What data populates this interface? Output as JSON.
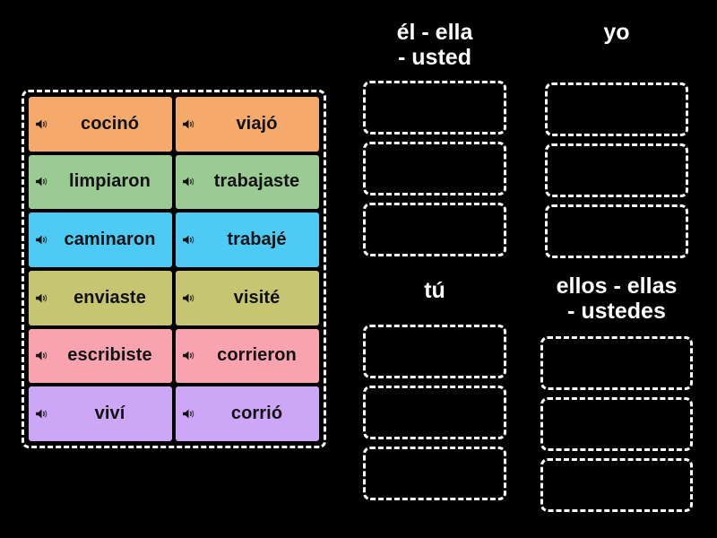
{
  "board": {
    "background_color": "#000000",
    "tray": {
      "border_style": "dashed",
      "border_color": "#ffffff",
      "tiles": [
        {
          "label": "cocinó",
          "color": "#f5a96b",
          "icon": "speaker-icon"
        },
        {
          "label": "viajó",
          "color": "#f5a96b",
          "icon": "speaker-icon"
        },
        {
          "label": "limpiaron",
          "color": "#9acb93",
          "icon": "speaker-icon"
        },
        {
          "label": "trabajaste",
          "color": "#9acb93",
          "icon": "speaker-icon"
        },
        {
          "label": "caminaron",
          "color": "#4ecbf5",
          "icon": "speaker-icon"
        },
        {
          "label": "trabajé",
          "color": "#4ecbf5",
          "icon": "speaker-icon"
        },
        {
          "label": "enviaste",
          "color": "#c6c572",
          "icon": "speaker-icon"
        },
        {
          "label": "visité",
          "color": "#c6c572",
          "icon": "speaker-icon"
        },
        {
          "label": "escribiste",
          "color": "#f9a3b0",
          "icon": "speaker-icon"
        },
        {
          "label": "corrieron",
          "color": "#f9a3b0",
          "icon": "speaker-icon"
        },
        {
          "label": "viví",
          "color": "#cda6f7",
          "icon": "speaker-icon"
        },
        {
          "label": "corrió",
          "color": "#cda6f7",
          "icon": "speaker-icon"
        }
      ]
    },
    "categories": [
      {
        "id": "el-ella-usted",
        "title": "él - ella\n- usted",
        "slots": [
          "",
          "",
          ""
        ]
      },
      {
        "id": "yo",
        "title": "yo",
        "slots": [
          "",
          "",
          ""
        ]
      },
      {
        "id": "tu",
        "title": "tú",
        "slots": [
          "",
          "",
          ""
        ]
      },
      {
        "id": "ellos-ellas-ustedes",
        "title": "ellos - ellas\n- ustedes",
        "slots": [
          "",
          "",
          ""
        ]
      }
    ]
  }
}
